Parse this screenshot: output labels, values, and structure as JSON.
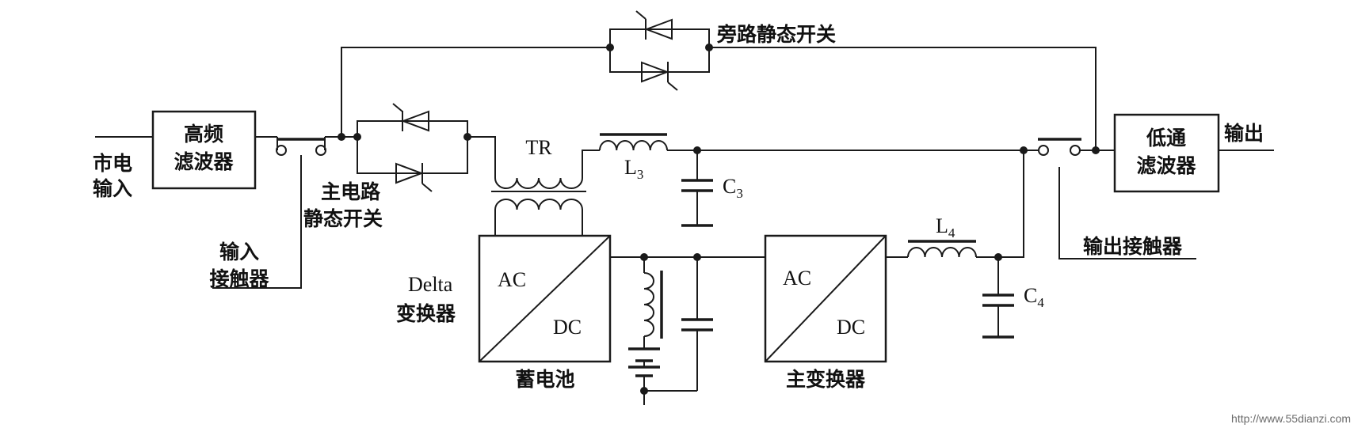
{
  "labels": {
    "mains_input_1": "市电",
    "mains_input_2": "输入",
    "hf_filter_1": "高频",
    "hf_filter_2": "滤波器",
    "main_switch_1": "主电路",
    "main_switch_2": "静态开关",
    "input_contactor_1": "输入",
    "input_contactor_2": "接触器",
    "bypass_switch": "旁路静态开关",
    "transformer": "TR",
    "inductor_l3": "L",
    "inductor_l3_sub": "3",
    "cap_c3": "C",
    "cap_c3_sub": "3",
    "delta_converter_1": "Delta",
    "delta_converter_2": "变换器",
    "ac_label": "AC",
    "dc_label": "DC",
    "battery": "蓄电池",
    "main_converter": "主变换器",
    "inductor_l4": "L",
    "inductor_l4_sub": "4",
    "cap_c4": "C",
    "cap_c4_sub": "4",
    "lp_filter_1": "低通",
    "lp_filter_2": "滤波器",
    "output": "输出",
    "output_contactor": "输出接触器",
    "watermark": "http://www.55dianzi.com"
  }
}
